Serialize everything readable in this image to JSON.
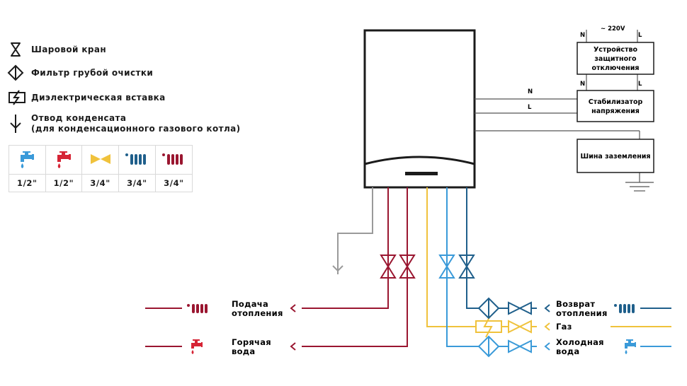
{
  "legend": {
    "ball_valve": "Шаровой кран",
    "coarse_filter": "Фильтр грубой очистки",
    "dielectric_insert": "Диэлектрическая вставка",
    "condensate_drain": "Отвод конденсата\n(для конденсационного газового котла)"
  },
  "pipe_sizes": {
    "cold_water": "1/2\"",
    "hot_water": "1/2\"",
    "gas": "3/4\"",
    "heating_return": "3/4\"",
    "heating_supply": "3/4\""
  },
  "electrical": {
    "voltage": "~ 220V",
    "rcd_n": "N",
    "rcd_l": "L",
    "stab_n": "N",
    "stab_l": "L",
    "line_n": "N",
    "line_l": "L",
    "rcd_line1": "Устройство",
    "rcd_line2": "защитного",
    "rcd_line3": "отключения",
    "stabilizer_line1": "Стабилизатор",
    "stabilizer_line2": "напряжения",
    "ground_bus": "Шина заземления"
  },
  "lines": {
    "heating_supply_1": "Подача",
    "heating_supply_2": "отопления",
    "hot_water_1": "Горячая",
    "hot_water_2": "вода",
    "heating_return_1": "Возврат",
    "heating_return_2": "отопления",
    "gas": "Газ",
    "cold_water_1": "Холодная",
    "cold_water_2": "вода"
  },
  "colors": {
    "hot": "#9a1630",
    "cold": "#1f5f8b",
    "cold_light": "#3a9ad9",
    "gas": "#f0c23c",
    "condensate": "#9a9a9a",
    "hot_tap": "#d62435"
  }
}
